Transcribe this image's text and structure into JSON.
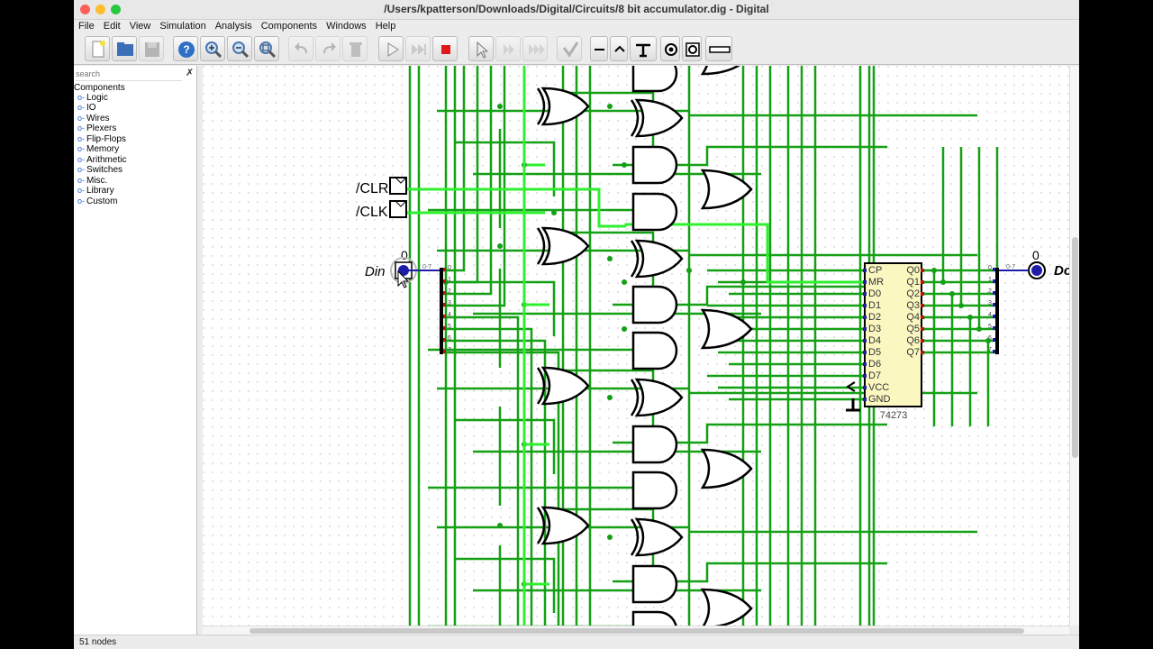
{
  "window": {
    "title": "/Users/kpatterson/Downloads/Digital/Circuits/8 bit accumulator.dig - Digital"
  },
  "menu": [
    "File",
    "Edit",
    "View",
    "Simulation",
    "Analysis",
    "Components",
    "Windows",
    "Help"
  ],
  "toolbar": {
    "buttons": [
      "new-file",
      "open-file",
      "save-file",
      "help",
      "zoom-in",
      "zoom-out",
      "zoom-fit",
      "undo",
      "redo",
      "delete",
      "run-simulation",
      "step",
      "stop-simulation",
      "select",
      "step-gate",
      "fast-run",
      "analyse",
      "wire-bit-low",
      "wire-bit-high",
      "tunnel",
      "probe",
      "ring",
      "bus"
    ]
  },
  "sidebar": {
    "search_placeholder": "search",
    "clear_label": "✗",
    "root": "Components",
    "items": [
      "Logic",
      "IO",
      "Wires",
      "Plexers",
      "Flip-Flops",
      "Memory",
      "Arithmetic",
      "Switches",
      "Misc.",
      "Library",
      "Custom"
    ]
  },
  "circuit": {
    "labels": {
      "clr": "/CLR",
      "clk": "/CLK",
      "din": "Din",
      "dout": "Dout",
      "din_value": "0",
      "dout_value": "0",
      "bus_range_in": "0-7",
      "bus_range_out": "0-7",
      "chip_name": "74273"
    },
    "splitter_bits": [
      "0",
      "1",
      "2",
      "3",
      "4",
      "5",
      "6",
      "7"
    ],
    "chip_left_pins": [
      "CP",
      "MR",
      "D0",
      "D1",
      "D2",
      "D3",
      "D4",
      "D5",
      "D6",
      "D7",
      "VCC",
      "GND"
    ],
    "chip_right_pins": [
      "Q0",
      "Q1",
      "Q2",
      "Q3",
      "Q4",
      "Q5",
      "Q6",
      "Q7"
    ]
  },
  "status": "51 nodes",
  "colors": {
    "wire": "#14a014",
    "wire_high": "#2ef02e",
    "chip_fill": "#fbf7c0",
    "io_blue": "#1d1da8"
  }
}
